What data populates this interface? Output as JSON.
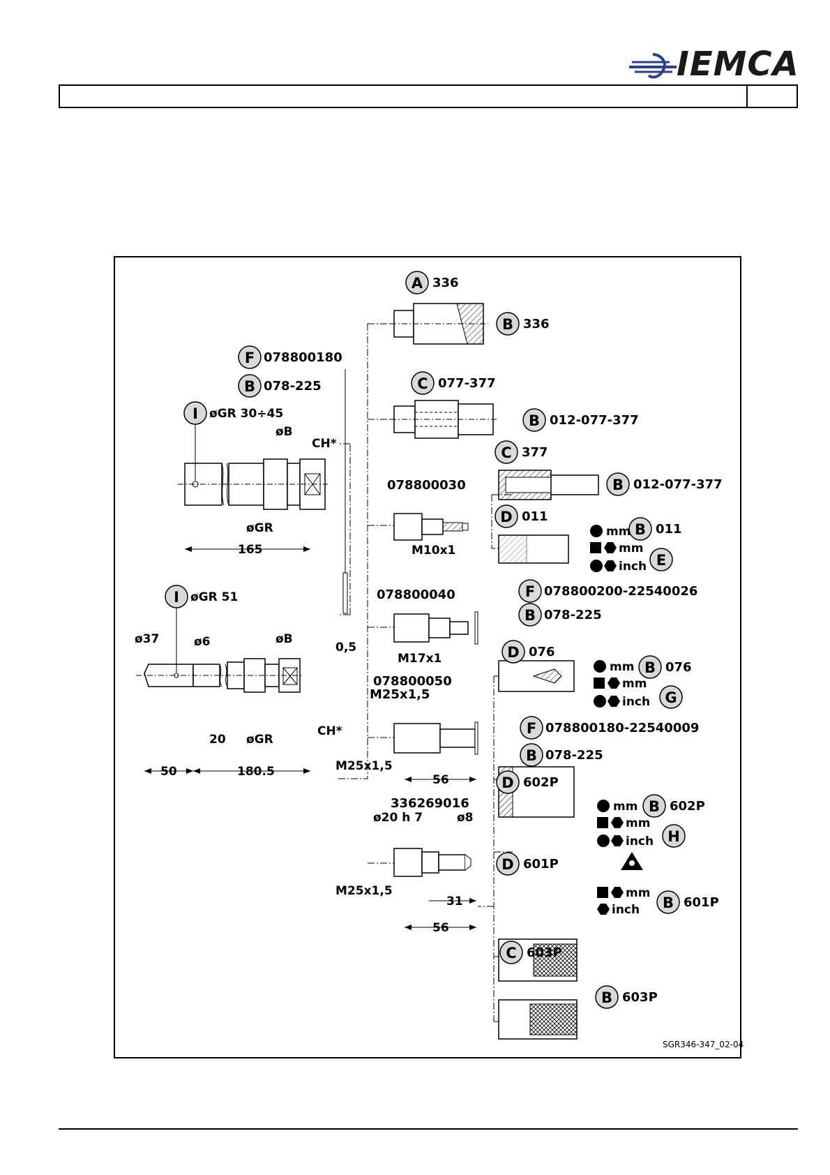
{
  "header": {
    "logo_text": "IEMCA",
    "title": "",
    "page": ""
  },
  "drawing": {
    "code": "SGR346-347_02-04",
    "left_column": {
      "upper": {
        "badge_I": "I",
        "grip_text": "øGR 30÷45",
        "dims": {
          "B": "øB",
          "GR": "øGR",
          "CH": "CH*",
          "length": "165"
        }
      },
      "lower": {
        "badge_I": "I",
        "grip_text": "øGR 51",
        "dims": {
          "d37": "ø37",
          "d6": "ø6",
          "B": "øB",
          "CH": "CH*",
          "d20": "20",
          "GR": "øGR",
          "d50": "50",
          "d1805": "180.5"
        }
      },
      "top_refs": {
        "F": "F",
        "F_code": "078800180",
        "B": "B",
        "B_code": "078-225"
      },
      "shim_dim": "0,5"
    },
    "center_column": {
      "a336": {
        "A": "A",
        "A_code": "336",
        "B": "B",
        "B_code": "336"
      },
      "c077": {
        "C": "C",
        "C_code": "077-377",
        "B": "B",
        "B_code": "012-077-377"
      },
      "p030": {
        "code": "078800030",
        "thread": "M10x1"
      },
      "p040": {
        "code": "078800040",
        "thread": "M17x1"
      },
      "p050": {
        "code": "078800050",
        "thread_top": "M25x1,5",
        "thread_bottom": "M25x1,5",
        "len": "56"
      },
      "p336": {
        "code": "336269016",
        "d20": "ø20 h 7",
        "d8": "ø8",
        "thread": "M25x1,5",
        "len31": "31",
        "len56": "56"
      }
    },
    "right_column": {
      "c377": {
        "C": "C",
        "C_code": "377",
        "B": "B",
        "B_code": "012-077-377"
      },
      "d011": {
        "D": "D",
        "D_code": "011",
        "B": "B",
        "B_code": "011",
        "E": "E",
        "unit1": "mm",
        "unit2": "mm",
        "unit3": "inch"
      },
      "f200": {
        "F": "F",
        "F_code": "078800200-22540026",
        "B": "B",
        "B_code": "078-225"
      },
      "d076": {
        "D": "D",
        "D_code": "076",
        "B": "B",
        "B_code": "076",
        "G": "G",
        "unit1": "mm",
        "unit2": "mm",
        "unit3": "inch"
      },
      "f180": {
        "F": "F",
        "F_code": "078800180-22540009",
        "B": "B",
        "B_code": "078-225"
      },
      "d602": {
        "D": "D",
        "D_code": "602P",
        "B": "B",
        "B_code": "602P",
        "H": "H",
        "unit1": "mm",
        "unit2": "mm",
        "unit3": "inch"
      },
      "d601": {
        "D": "D",
        "D_code": "601P",
        "B": "B",
        "B_code": "601P",
        "unit1": "mm",
        "unit2": "inch"
      },
      "c603": {
        "C": "C",
        "C_code": "603P",
        "B": "B",
        "B_code": "603P"
      }
    }
  }
}
